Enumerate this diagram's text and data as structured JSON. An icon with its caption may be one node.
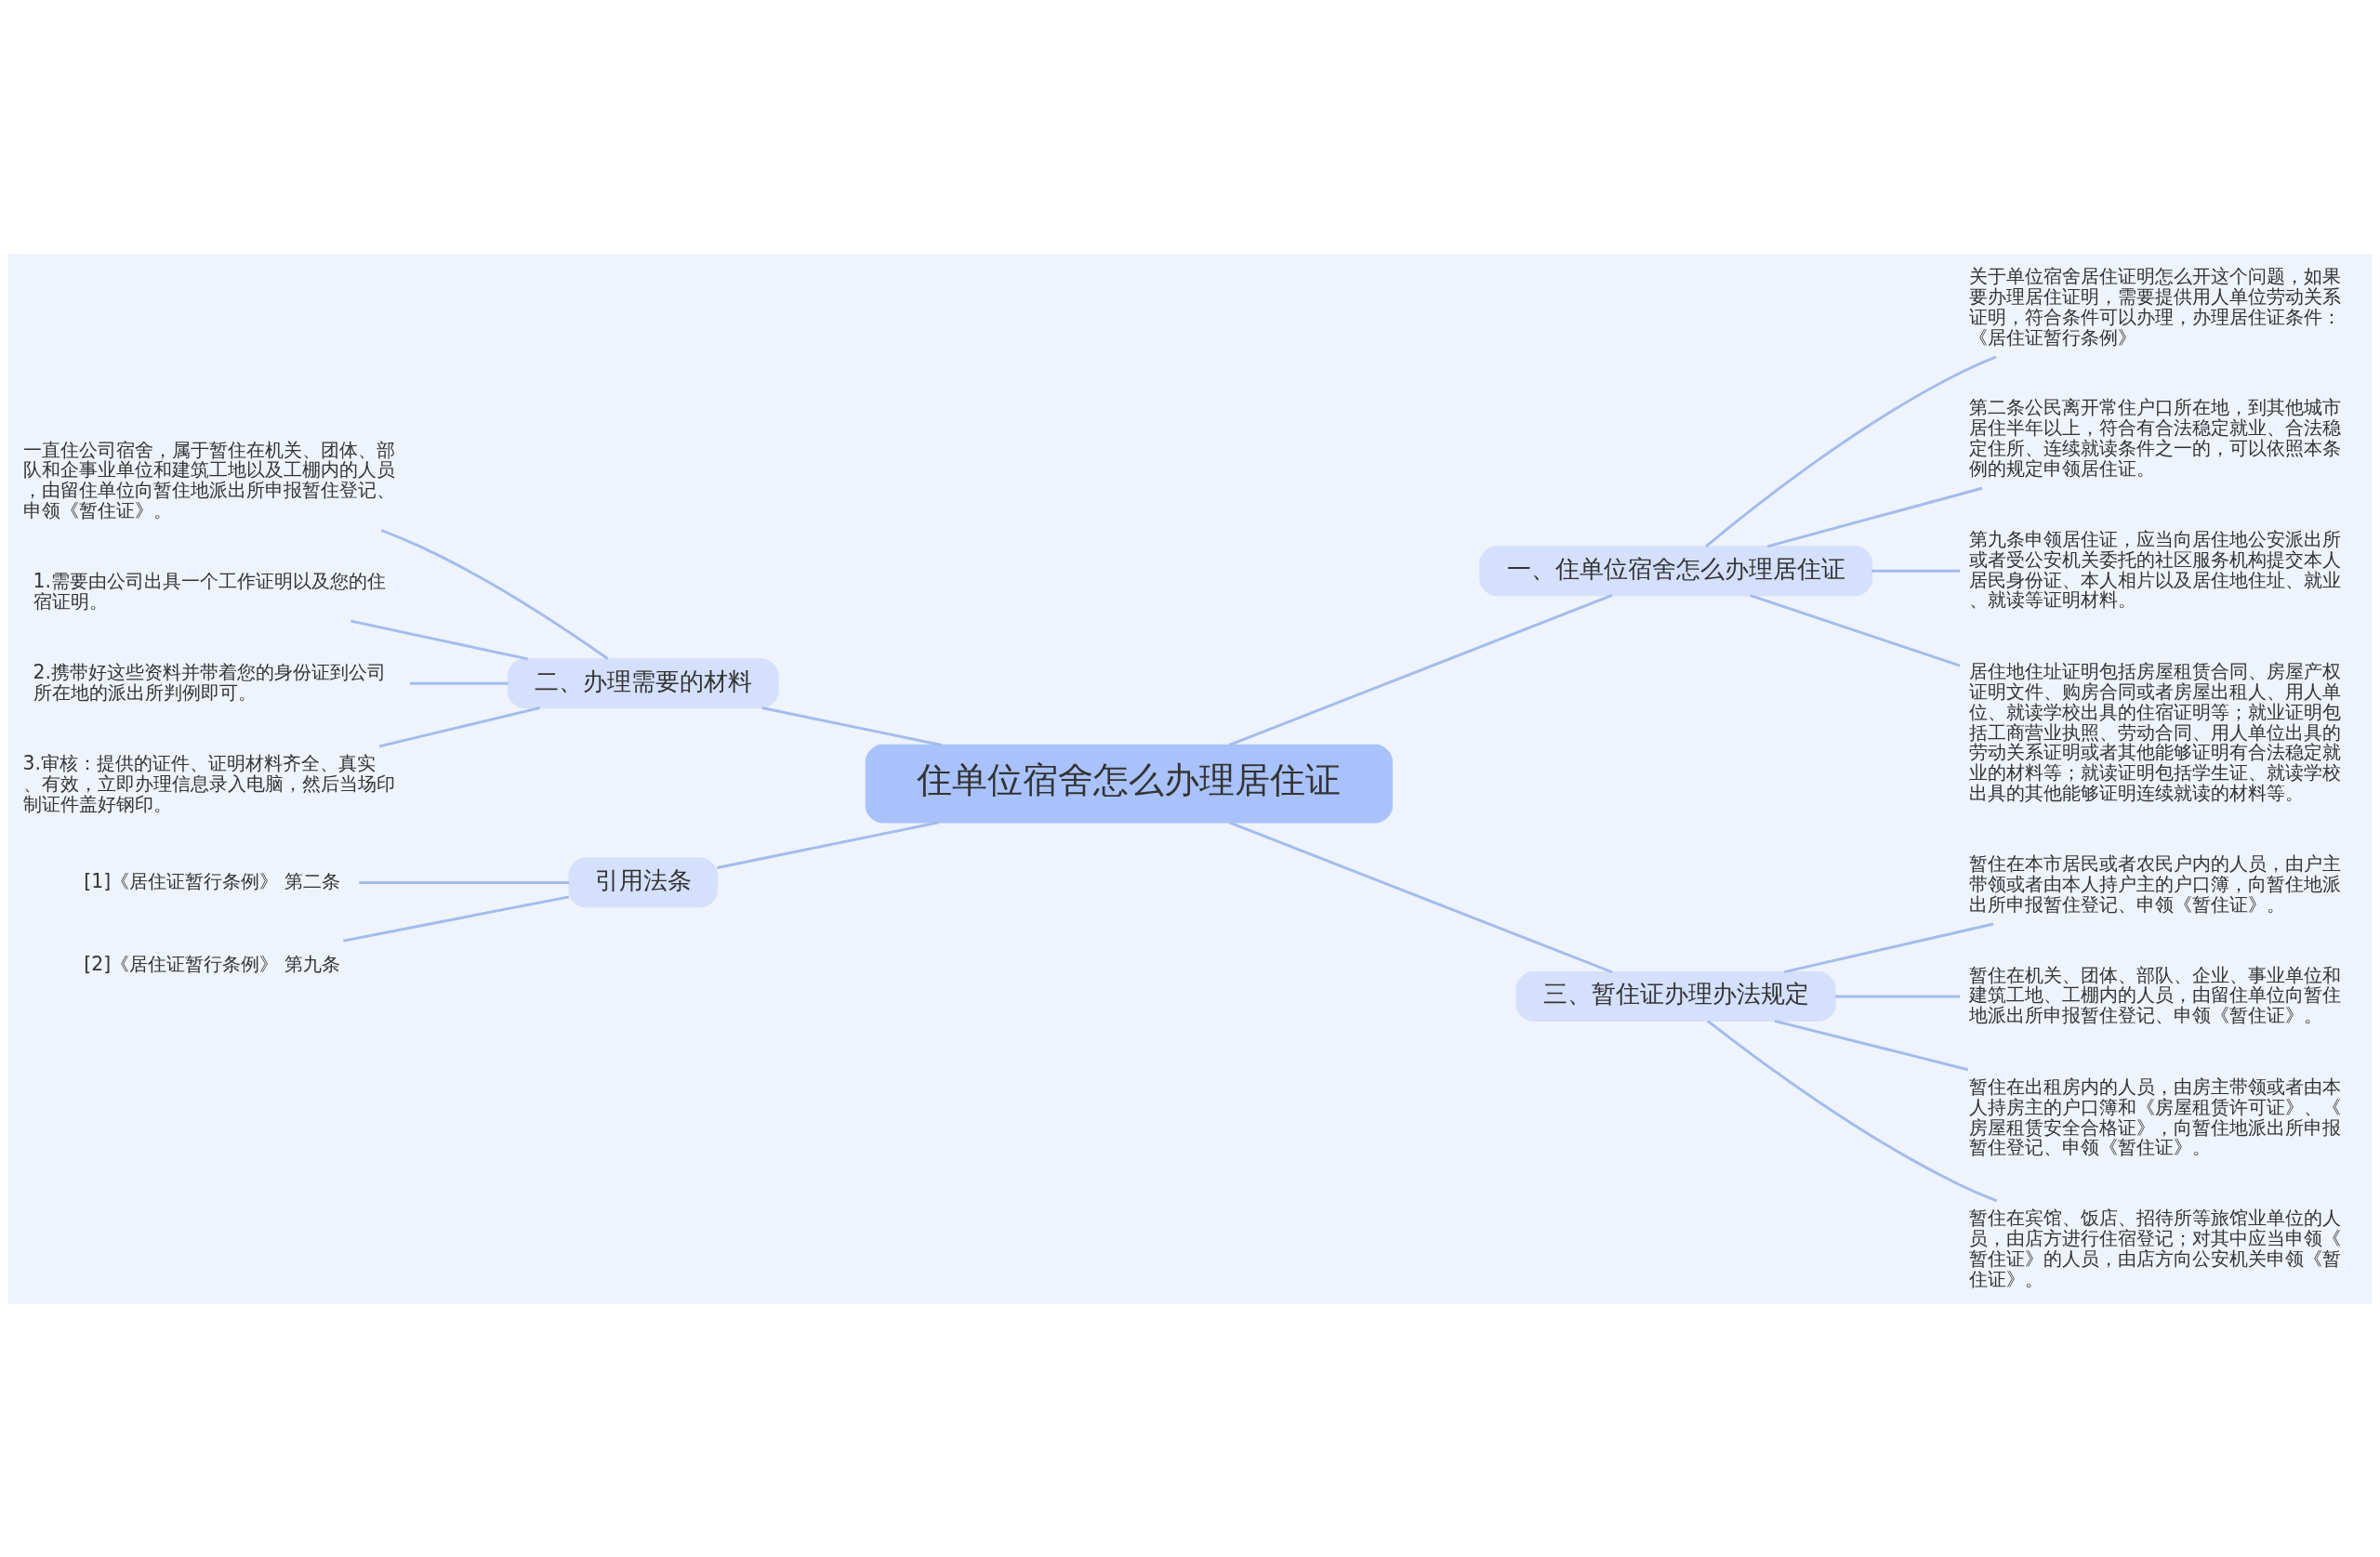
{
  "diagram": {
    "nodes": [
      {
        "text": [
          "住单位宿舍怎么办理居住证"
        ]
      },
      {
        "text": [
          "一、住单位宿舍怎么办理居住证"
        ]
      },
      {
        "text": [
          "关于单位宿舍居住证明怎么开这个问题，如果要办理居住证明，需要提供用人单位劳动关系证明，符合条件可以办理，办理居住证条件：《居住证暂行条例》"
        ]
      },
      {
        "text": [
          "第二条公民离开常住户口所在地，到其他城市居住半年以上，符合有合法稳定就业、合法稳定住所、连续就读条件之一的，可以依照本条例的规定申领居住证。"
        ]
      },
      {
        "text": [
          "第九条申领居住证，应当向居住地公安派出所或者受公安机关委托的社区服务机构提交本人居民身份证、本人相片以及居住地住址、就业、就读等证明材料。"
        ]
      },
      {
        "text": [
          "居住地住址证明包括房屋租赁合同、房屋产权证明文件、购房合同或者房屋出租人、用人单位、就读学校出具的住宿证明等；就业证明包括工商营业执照、劳动合同、用人单位出具的劳动关系证明或者其他能够证明有合法稳定就业的材料等；就读证明包括学生证、就读学校出具的其他能够证明连续就读的材料等。"
        ]
      },
      {
        "text": [
          "二、办理需要的材料"
        ]
      },
      {
        "text": [
          "一直住公司宿舍，属于暂住在机关、团体、部队和企事业单位和建筑工地以及工棚内的人员，由留住单位向暂住地派出所申报暂住登记、申领《暂住证》。"
        ]
      },
      {
        "text": [
          "1.需要由公司出具一个工作证明以及您的住宿证明。"
        ]
      },
      {
        "text": [
          "2.携带好这些资料并带着您的身份证到公司所在地的派出所判例即可。"
        ]
      },
      {
        "text": [
          "3.审核：提供的证件、证明材料齐全、真实、有效，立即办理信息录入电脑，然后当场印制证件盖好钢印。"
        ]
      },
      {
        "text": [
          "引用法条"
        ]
      },
      {
        "text": [
          "[1]《居住证暂行条例》 第二条"
        ]
      },
      {
        "text": [
          "[2]《居住证暂行条例》 第九条"
        ]
      },
      {
        "text": [
          "三、暂住证办理办法规定"
        ]
      },
      {
        "text": [
          "暂住在本市居民或者农民户内的人员，由户主带领或者由本人持户主的户口簿，向暂住地派出所申报暂住登记、申领《暂住证》。"
        ]
      },
      {
        "text": [
          "暂住在机关、团体、部队、企业、事业单位和建筑工地、工棚内的人员，由留住单位向暂住地派出所申报暂住登记、申领《暂住证》。"
        ]
      },
      {
        "text": [
          "暂住在出租房内的人员，由房主带领或者由本人持房主的户口簿和《房屋租赁许可证》、《房屋租赁安全合格证》，向暂住地派出所申报暂住登记、申领《暂住证》。"
        ]
      },
      {
        "text": [
          "暂住在宾馆、饭店、招待所等旅馆业单位的人员，由店方进行住宿登记；对其中应当申领《暂住证》的人员，由店方向公安机关申领《暂住证》。"
        ]
      }
    ],
    "edges": [
      {
        "from": 0,
        "to": 1,
        "arrow": "none"
      },
      {
        "from": 1,
        "to": 2,
        "arrow": "none"
      },
      {
        "from": 1,
        "to": 3,
        "arrow": "none"
      },
      {
        "from": 1,
        "to": 4,
        "arrow": "none"
      },
      {
        "from": 1,
        "to": 5,
        "arrow": "none"
      },
      {
        "from": 0,
        "to": 6,
        "arrow": "none"
      },
      {
        "from": 6,
        "to": 7,
        "arrow": "none"
      },
      {
        "from": 6,
        "to": 8,
        "arrow": "none"
      },
      {
        "from": 6,
        "to": 9,
        "arrow": "none"
      },
      {
        "from": 6,
        "to": 10,
        "arrow": "none"
      },
      {
        "from": 0,
        "to": 11,
        "arrow": "none"
      },
      {
        "from": 11,
        "to": 12,
        "arrow": "none"
      },
      {
        "from": 11,
        "to": 13,
        "arrow": "none"
      },
      {
        "from": 0,
        "to": 14,
        "arrow": "none"
      },
      {
        "from": 14,
        "to": 15,
        "arrow": "none"
      },
      {
        "from": 14,
        "to": 16,
        "arrow": "none"
      },
      {
        "from": 14,
        "to": 17,
        "arrow": "none"
      },
      {
        "from": 14,
        "to": 18,
        "arrow": "none"
      }
    ]
  }
}
